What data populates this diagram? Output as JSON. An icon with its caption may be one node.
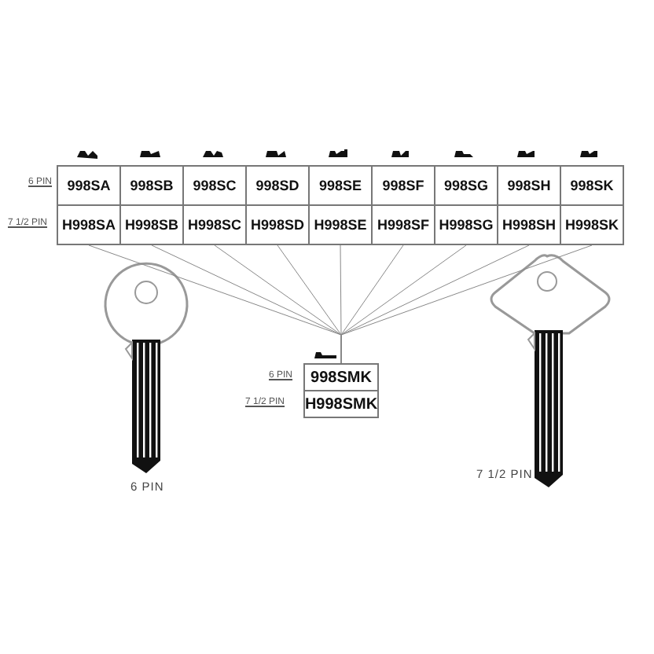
{
  "diagram": {
    "nodes": [
      {
        "text": [
          "998SA",
          "H998SA"
        ]
      },
      {
        "text": [
          "998SB",
          "H998SB"
        ]
      },
      {
        "text": [
          "998SC",
          "H998SC"
        ]
      },
      {
        "text": [
          "998SD",
          "H998SD"
        ]
      },
      {
        "text": [
          "998SE",
          "H998SE"
        ]
      },
      {
        "text": [
          "998SF",
          "H998SF"
        ]
      },
      {
        "text": [
          "998SG",
          "H998SG"
        ]
      },
      {
        "text": [
          "998SH",
          "H998SH"
        ]
      },
      {
        "text": [
          "998SK",
          "H998SK"
        ]
      },
      {
        "text": [
          "998SMK",
          "H998SMK"
        ]
      }
    ],
    "edges": [
      {
        "from": 0,
        "to": 9,
        "arrow": "none"
      },
      {
        "from": 1,
        "to": 9,
        "arrow": "none"
      },
      {
        "from": 2,
        "to": 9,
        "arrow": "none"
      },
      {
        "from": 3,
        "to": 9,
        "arrow": "none"
      },
      {
        "from": 4,
        "to": 9,
        "arrow": "none"
      },
      {
        "from": 5,
        "to": 9,
        "arrow": "none"
      },
      {
        "from": 6,
        "to": 9,
        "arrow": "none"
      },
      {
        "from": 7,
        "to": 9,
        "arrow": "none"
      },
      {
        "from": 8,
        "to": 9,
        "arrow": "none"
      }
    ],
    "labels": [
      "6 PIN",
      "7 1/2 PIN",
      "6 PIN",
      "7 1/2 PIN",
      "7 1/2 PIN",
      "6 PIN"
    ]
  }
}
